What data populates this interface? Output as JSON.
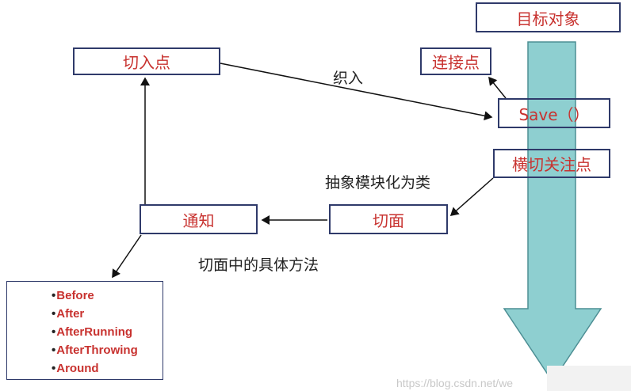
{
  "colors": {
    "arrow_fill": "#8ecfd0",
    "box_border": "#2f3a6a",
    "text_red": "#c8322f"
  },
  "boxes": {
    "target": "目标对象",
    "joinpoint": "连接点",
    "save": "Save（）",
    "crosscut": "横切关注点",
    "pointcut": "切入点",
    "aspect": "切面",
    "advice": "通知"
  },
  "labels": {
    "weave": "织入",
    "abstract": "抽象模块化为类",
    "methods": "切面中的具体方法"
  },
  "advice_types": [
    "Before",
    "After",
    "AfterRunning",
    "AfterThrowing",
    "Around"
  ],
  "watermark": "https://blog.csdn.net/we"
}
